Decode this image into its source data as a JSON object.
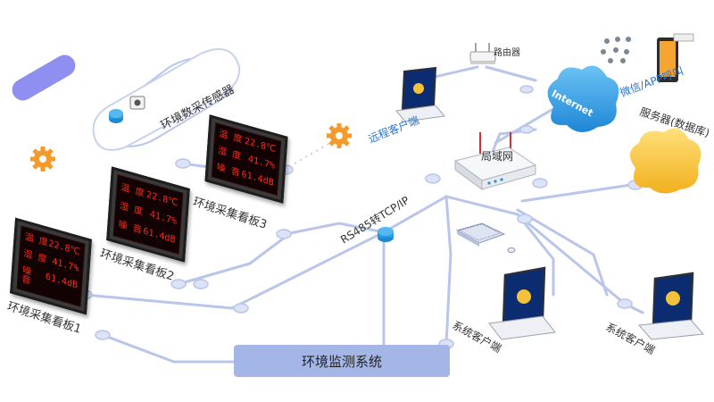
{
  "caption": "环境监测系统",
  "labels": {
    "sensor": "环境数采传感器",
    "board1": "环境采集看板1",
    "board2": "环境采集看板2",
    "board3": "环境采集看板3",
    "converter": "RS485转TCP/IP",
    "remote_client": "远程客户端",
    "router": "路由器",
    "lan": "局域网",
    "internet": "Internet",
    "wechat_app": "微信/APP呼叫",
    "server": "服务器(数据库)",
    "client_a": "系统客户端",
    "client_b": "系统客户端"
  },
  "display": {
    "rows": [
      {
        "label": "温 度",
        "value": "22.8",
        "unit": "℃"
      },
      {
        "label": "湿 度",
        "value": "41.7",
        "unit": "%"
      },
      {
        "label": "噪 音",
        "value": "61.4",
        "unit": "dB"
      }
    ]
  },
  "colors": {
    "line": "#b9c5ea",
    "node": "#cfd8f3",
    "caption_bg": "#a4b6e6",
    "accent_blue": "#2b74c8",
    "led_red": "#ff2a1a",
    "gear": "#f39a2b",
    "cloud_blue": "#3ea4e6",
    "cloud_yellow": "#f7c531"
  },
  "icons": [
    "gear-icon",
    "gear-icon",
    "gear-icon",
    "sensor-icon",
    "router-icon",
    "lan-switch-icon",
    "cloud-icon",
    "cloud-icon",
    "phone-icon",
    "keyboard-icon",
    "laptop-icon",
    "laptop-icon",
    "laptop-icon"
  ]
}
